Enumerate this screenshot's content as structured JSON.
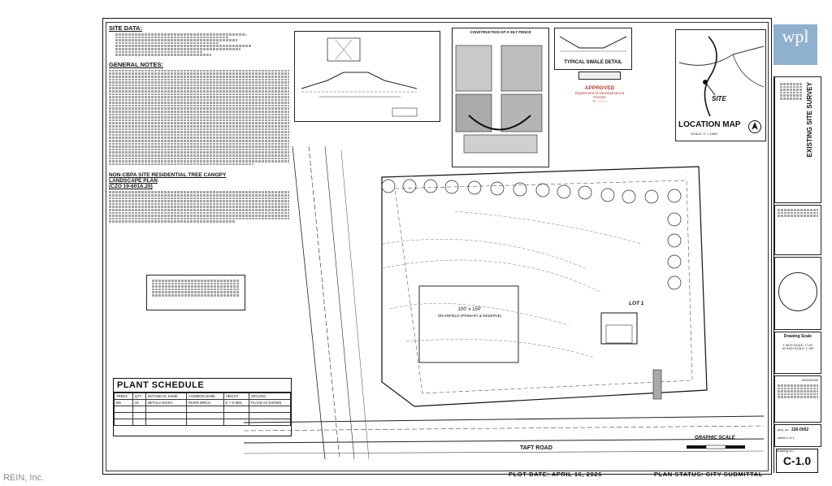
{
  "watermark": "REIN, Inc.",
  "site_data": {
    "heading": "SITE DATA:"
  },
  "general_notes": {
    "heading": "GENERAL NOTES:"
  },
  "tree_canopy": {
    "heading_1": "NON-CBPA SITE RESIDENTIAL TREE CANOPY",
    "heading_2": "LANDSCAPE PLAN",
    "heading_3": "(CZO 19-601A.20)"
  },
  "plant_schedule": {
    "title": "PLANT SCHEDULE",
    "headers": [
      "TREES",
      "QTY",
      "BOTANICAL NAME",
      "COMMON NAME",
      "HEIGHT",
      "SPACING"
    ],
    "row": [
      "BN",
      "18",
      "BETULA NIGRA",
      "RIVER BIRCH",
      "6' + 6' MIN.",
      "PLACE AS SHOWN"
    ]
  },
  "details": {
    "swale": "TYPICAL SWALE DETAIL",
    "approved": "APPROVED",
    "approved_sub": "Department of Development & Permits",
    "silt_fence": "CONSTRUCTION OF A SILT FENCE"
  },
  "location_map": {
    "title": "LOCATION MAP",
    "scale": "SCALE: 1\" = 1000'",
    "site": "SITE"
  },
  "plan": {
    "drainfield": "100' x 150'",
    "drainfield_label": "DRAINFIELD (PRIMARY & RESERVE)",
    "lot": "LOT 1",
    "road": "TAFT ROAD",
    "graphic_scale": "GRAPHIC SCALE"
  },
  "bottom": {
    "plot_date": "PLOT DATE: APRIL 16, 2026",
    "plan_status": "PLAN STATUS: CITY SUBMITTAL"
  },
  "titleblock": {
    "logo": "wpl",
    "project": "EXISTING SITE SURVEY",
    "drawing_scale_label": "Drawing Scale",
    "scale_line_1": "1 INCH SCALE: 1\"=30'",
    "scale_line_2": "1/2 INCH SCALE: 1\"=60'",
    "date": "03/24/2026",
    "proj_no_label": "proj. no.:",
    "proj_no": "226-0052",
    "sheet": "sheet 1 of 1",
    "drawing_no_label": "drawing no.:",
    "sheet_number": "C-1.0"
  }
}
